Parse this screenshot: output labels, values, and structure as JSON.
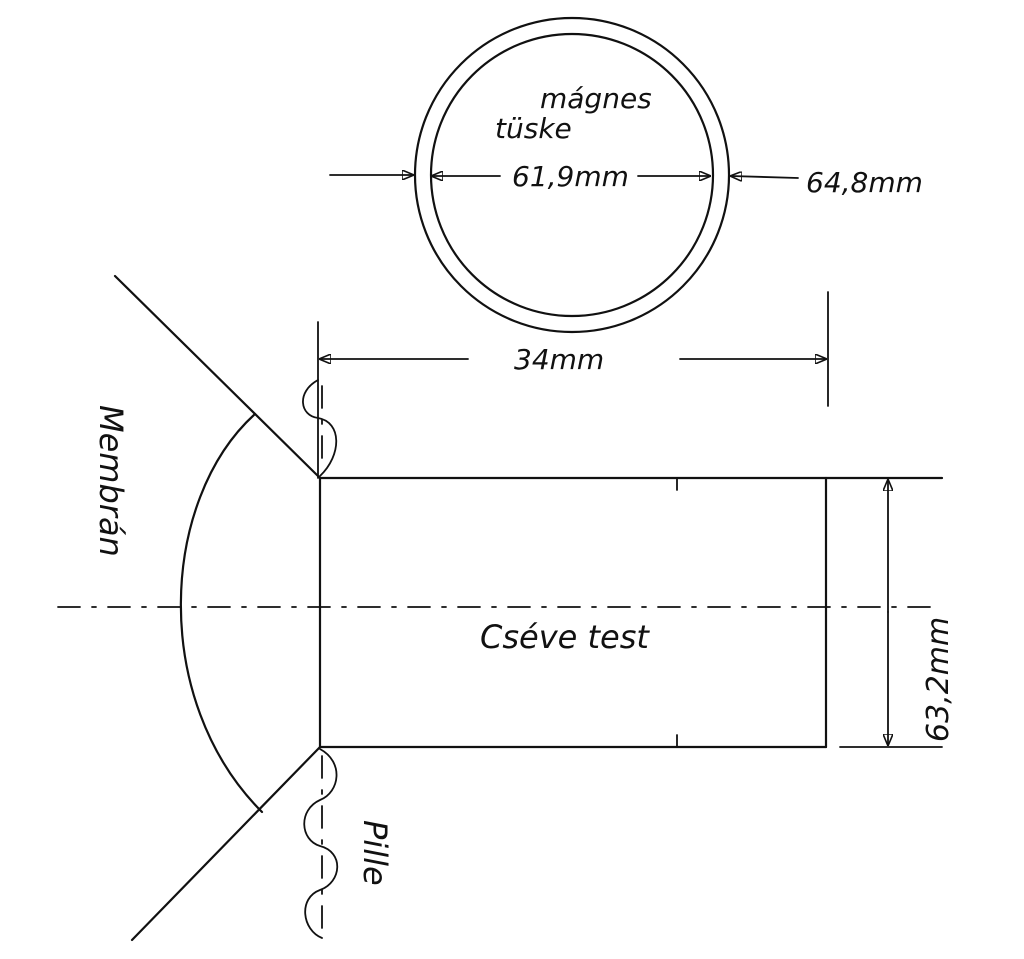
{
  "drawing": {
    "label_magnes": "mágnes",
    "label_tuske": "tüske",
    "inner_diameter": "61,9mm",
    "outer_diameter": "64,8mm",
    "length": "34mm",
    "diameter_body": "63,2mm",
    "label_body": "Cséve test",
    "label_membran": "Membrán",
    "label_pille": "Pille"
  },
  "colors": {
    "ink": "#111111",
    "paper": "#ffffff"
  }
}
